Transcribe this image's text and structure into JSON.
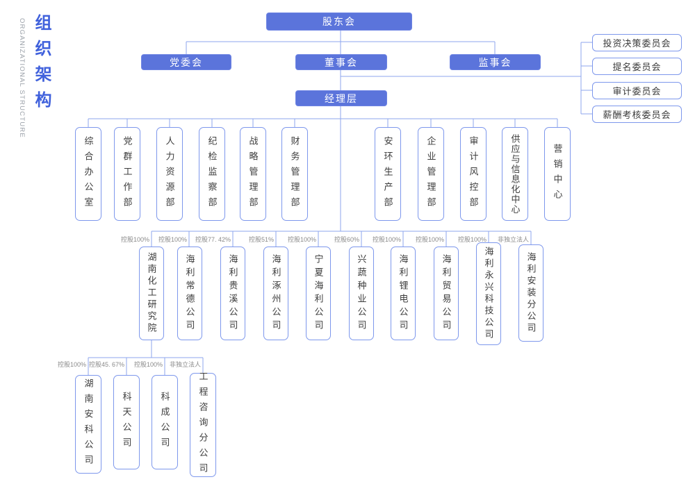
{
  "page": {
    "title_cn": "组织架构",
    "title_en": "ORGANIZATIONAL STRUCTURE"
  },
  "governance": {
    "shareholders": "股东会",
    "party_committee": "党委会",
    "board": "董事会",
    "supervisory_board": "监事会",
    "management": "经理层"
  },
  "board_committees": [
    "投资决策委员会",
    "提名委员会",
    "审计委员会",
    "薪酬考核委员会"
  ],
  "departments": [
    "综合办公室",
    "党群工作部",
    "人力资源部",
    "纪检监察部",
    "战略管理部",
    "财务管理部",
    "安环生产部",
    "企业管理部",
    "审计风控部",
    "供应与信息化中心",
    "营销中心"
  ],
  "subsidiaries": [
    {
      "ownership": "控股100%",
      "name": "湖南化工研究院"
    },
    {
      "ownership": "控股100%",
      "name": "海利常德公司"
    },
    {
      "ownership": "控股77. 42%",
      "name": "海利贵溪公司"
    },
    {
      "ownership": "控股51%",
      "name": "海利涿州公司"
    },
    {
      "ownership": "控股100%",
      "name": "宁夏海利公司"
    },
    {
      "ownership": "控股60%",
      "name": "兴蔬种业公司"
    },
    {
      "ownership": "控股100%",
      "name": "海利锂电公司"
    },
    {
      "ownership": "控股100%",
      "name": "海利贸易公司"
    },
    {
      "ownership": "控股100%",
      "name": "海利永兴科技公司"
    },
    {
      "ownership": "非独立法人",
      "name": "海利安装分公司"
    }
  ],
  "research_institute_subsidiaries": [
    {
      "ownership": "控股100%",
      "name": "湖南安科公司"
    },
    {
      "ownership": "控股45. 67%",
      "name": "科天公司"
    },
    {
      "ownership": "控股100%",
      "name": "科成公司"
    },
    {
      "ownership": "非独立法人",
      "name": "工程咨询分公司"
    }
  ],
  "colors": {
    "node_fill": "#5b74db",
    "node_border": "#7d97ec",
    "connector_line": "#8ea5ee",
    "title_blue": "#4061dc",
    "label_gray": "#8a8a8a"
  }
}
